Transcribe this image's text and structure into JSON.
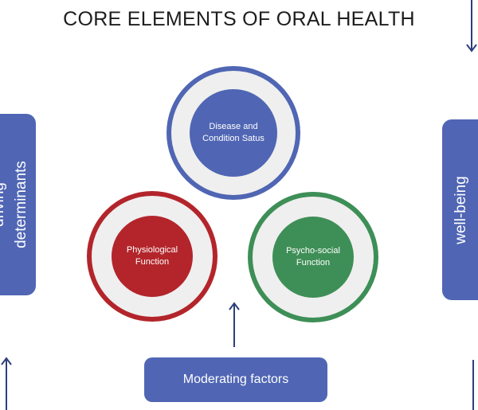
{
  "title": "CORE ELEMENTS OF ORAL HEALTH",
  "left_box": {
    "line1": "driving",
    "line2": "determinants"
  },
  "right_box": {
    "line1": "well-being"
  },
  "circles": {
    "disease": {
      "line1": "Disease and",
      "line2": "Condition Satus",
      "color": "#5066b4"
    },
    "physiological": {
      "line1": "Physiological",
      "line2": "Function",
      "color": "#b3252b"
    },
    "psychosocial": {
      "line1": "Psycho-social",
      "line2": "Function",
      "color": "#3e8f57"
    }
  },
  "bottom_box": {
    "label": "Moderating factors"
  },
  "colors": {
    "primary_blue": "#5066b4",
    "ring_background": "#efefef"
  }
}
